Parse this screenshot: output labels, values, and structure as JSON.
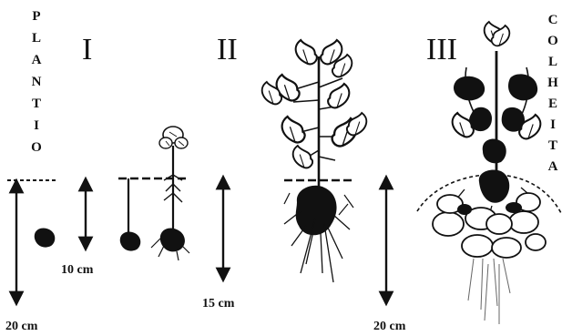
{
  "left_label": [
    "P",
    "L",
    "A",
    "N",
    "T",
    "I",
    "O"
  ],
  "right_label": [
    "C",
    "O",
    "L",
    "H",
    "E",
    "I",
    "T",
    "A"
  ],
  "stages": [
    {
      "numeral": "I"
    },
    {
      "numeral": "II"
    },
    {
      "numeral": "III"
    }
  ],
  "measurements": {
    "m1": "20 cm",
    "m2": "10 cm",
    "m3": "15 cm",
    "m4": "20 cm"
  }
}
